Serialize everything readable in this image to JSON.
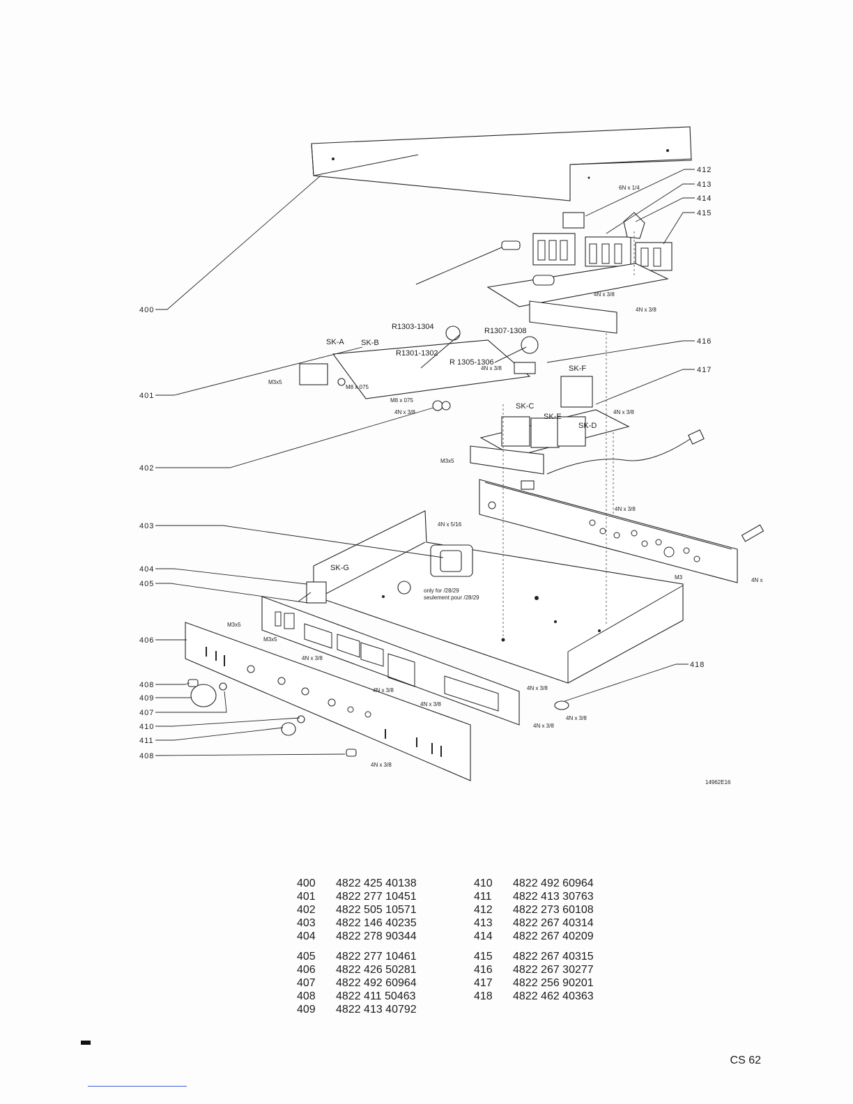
{
  "page": {
    "reference": "CS 62"
  },
  "diagram": {
    "drawing_number": "14962E16",
    "callouts": {
      "c400": "400",
      "c401": "401",
      "c402": "402",
      "c403": "403",
      "c404": "404",
      "c405": "405",
      "c406": "406",
      "c407": "407",
      "c408": "408",
      "c409": "409",
      "c410": "410",
      "c411": "411",
      "c412": "412",
      "c413": "413",
      "c414": "414",
      "c415": "415",
      "c416": "416",
      "c417": "417",
      "c418": "418"
    },
    "labels": {
      "r1303": "R1303-1304",
      "r1307": "R1307-1308",
      "r1301": "R1301-1302",
      "r1305": "R 1305-1306",
      "ska": "SK-A",
      "skb": "SK-B",
      "skc": "SK-C",
      "skd": "SK-D",
      "ske": "SK-E",
      "skf": "SK-F",
      "skg": "SK-G"
    },
    "screws": {
      "s6n14": "6N x 1/4",
      "s4n38": "4N x 3/8",
      "m3x5": "M3x5",
      "m8x075": "M8 x 075",
      "s4n516": "4N x 5/16",
      "s4nx": "4N x",
      "m3": "M3"
    },
    "notes": {
      "only_for": "only for /28/29",
      "seulement": "seulement pour /28/29"
    }
  },
  "parts": {
    "left": [
      {
        "num": "400",
        "code": "4822 425 40138"
      },
      {
        "num": "401",
        "code": "4822 277 10451"
      },
      {
        "num": "402",
        "code": "4822 505 10571"
      },
      {
        "num": "403",
        "code": "4822 146 40235"
      },
      {
        "num": "404",
        "code": "4822 278 90344"
      },
      {
        "num": "405",
        "code": "4822 277 10461"
      },
      {
        "num": "406",
        "code": "4822 426 50281"
      },
      {
        "num": "407",
        "code": "4822 492 60964"
      },
      {
        "num": "408",
        "code": "4822 411 50463"
      },
      {
        "num": "409",
        "code": "4822 413 40792"
      }
    ],
    "right": [
      {
        "num": "410",
        "code": "4822 492 60964"
      },
      {
        "num": "411",
        "code": "4822 413 30763"
      },
      {
        "num": "412",
        "code": "4822 273 60108"
      },
      {
        "num": "413",
        "code": "4822 267 40314"
      },
      {
        "num": "414",
        "code": "4822 267 40209"
      },
      {
        "num": "415",
        "code": "4822 267 40315"
      },
      {
        "num": "416",
        "code": "4822 267 30277"
      },
      {
        "num": "417",
        "code": "4822 256 90201"
      },
      {
        "num": "418",
        "code": "4822 462 40363"
      }
    ]
  }
}
